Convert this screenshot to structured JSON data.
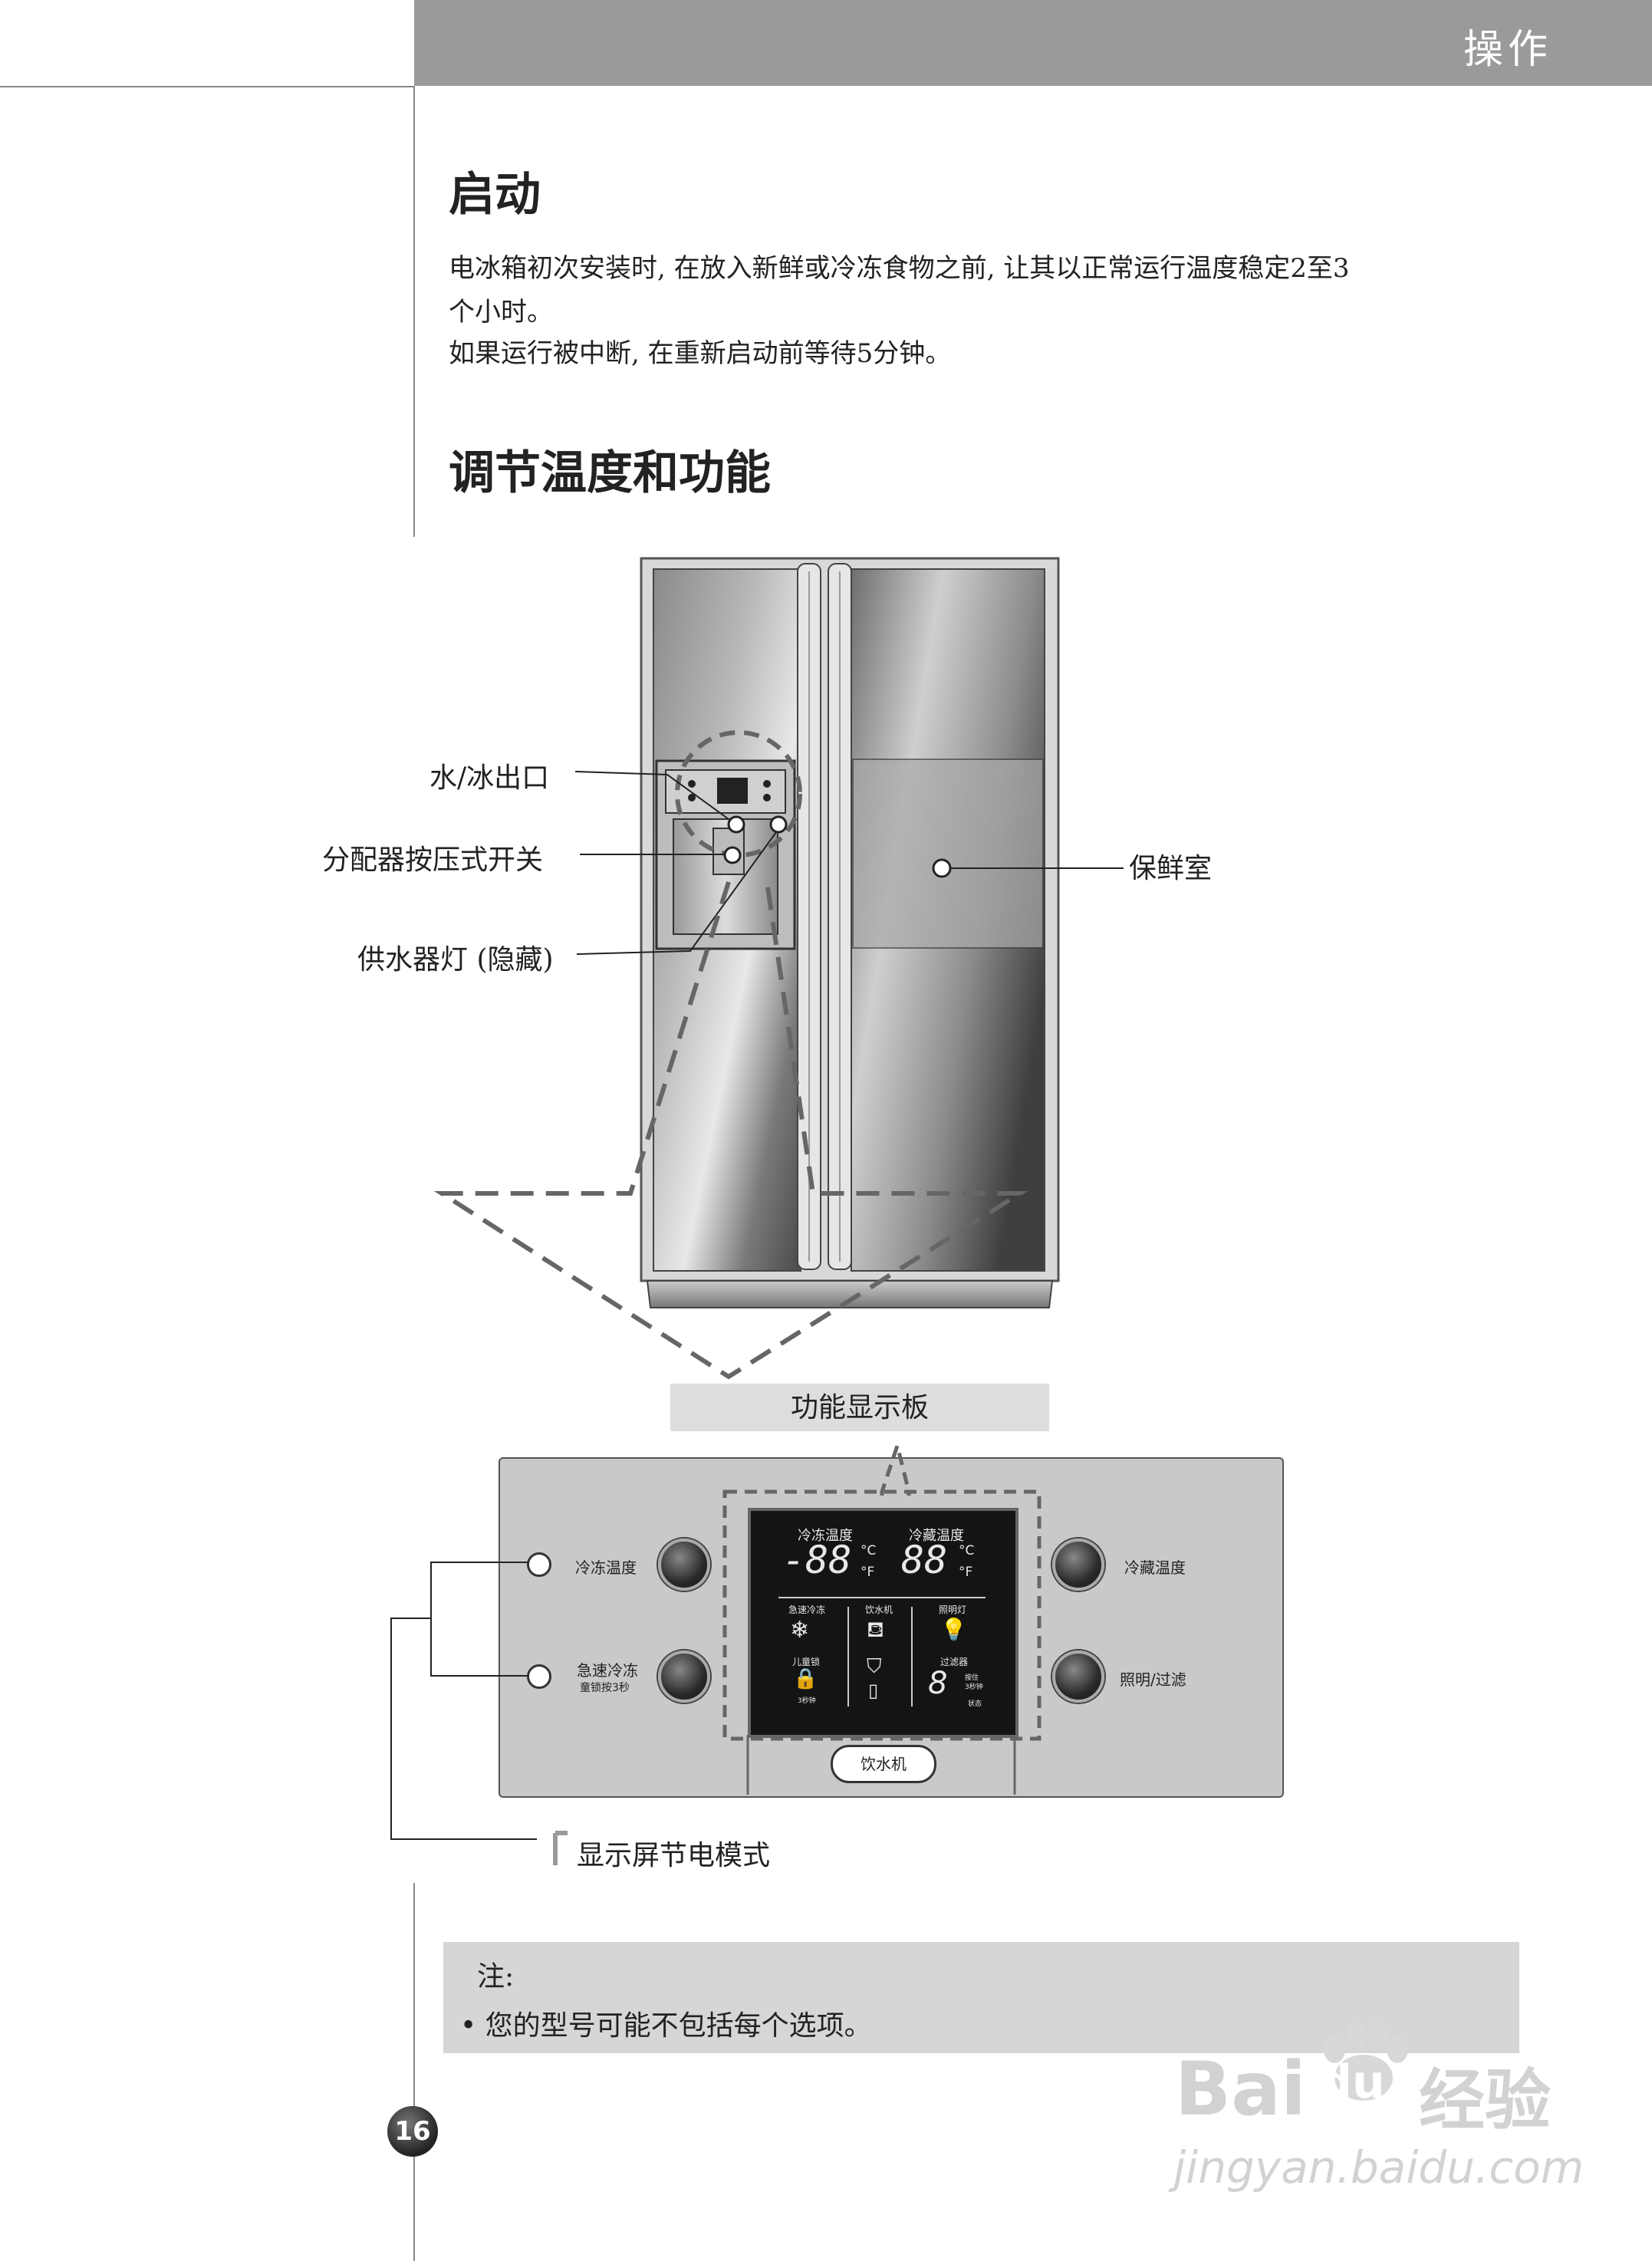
{
  "header": {
    "title": "操作"
  },
  "sections": [
    {
      "heading": "启动",
      "paragraphs": [
        "电冰箱初次安装时, 在放入新鲜或冷冻食物之前, 让其以正常运行温度稳定2至3",
        "个小时。",
        "如果运行被中断, 在重新启动前等待5分钟。"
      ]
    },
    {
      "heading": "调节温度和功能"
    }
  ],
  "fridge_callouts": {
    "outlet": "水/冰出口",
    "dispenser_switch": "分配器按压式开关",
    "dispenser_light": "供水器灯 (隐藏)",
    "fresh_room": "保鲜室"
  },
  "panel": {
    "title": "功能显示板",
    "left_top_label": "冷冻温度",
    "left_bottom_label": "急速冷冻",
    "left_bottom_sub": "童锁按3秒",
    "right_top_label": "冷藏温度",
    "right_bottom_label": "照明/过滤",
    "water_button": "饮水机",
    "lcd": {
      "freezer_label": "冷冻温度",
      "fridge_label": "冷藏温度",
      "freezer_digits": "-88",
      "fridge_digits": "88",
      "unit_c": "°C",
      "unit_f": "°F",
      "express_label": "急速冷冻",
      "dispenser_label": "饮水机",
      "light_label": "照明灯",
      "child_lock_label": "儿童锁",
      "lock_hint": "3秒钟",
      "filter_label": "过滤器",
      "filter_digit": "8",
      "filter_hint1": "按住",
      "filter_hint2": "3秒钟",
      "status_label": "状态"
    },
    "power_save_label": "显示屏节电模式"
  },
  "note": {
    "title": "注:",
    "text": "• 您的型号可能不包括每个选项。"
  },
  "page_number": "16",
  "watermark": {
    "line1": "Bai",
    "line2": "du",
    "line3": "经验",
    "url": "jingyan.baidu.com"
  }
}
